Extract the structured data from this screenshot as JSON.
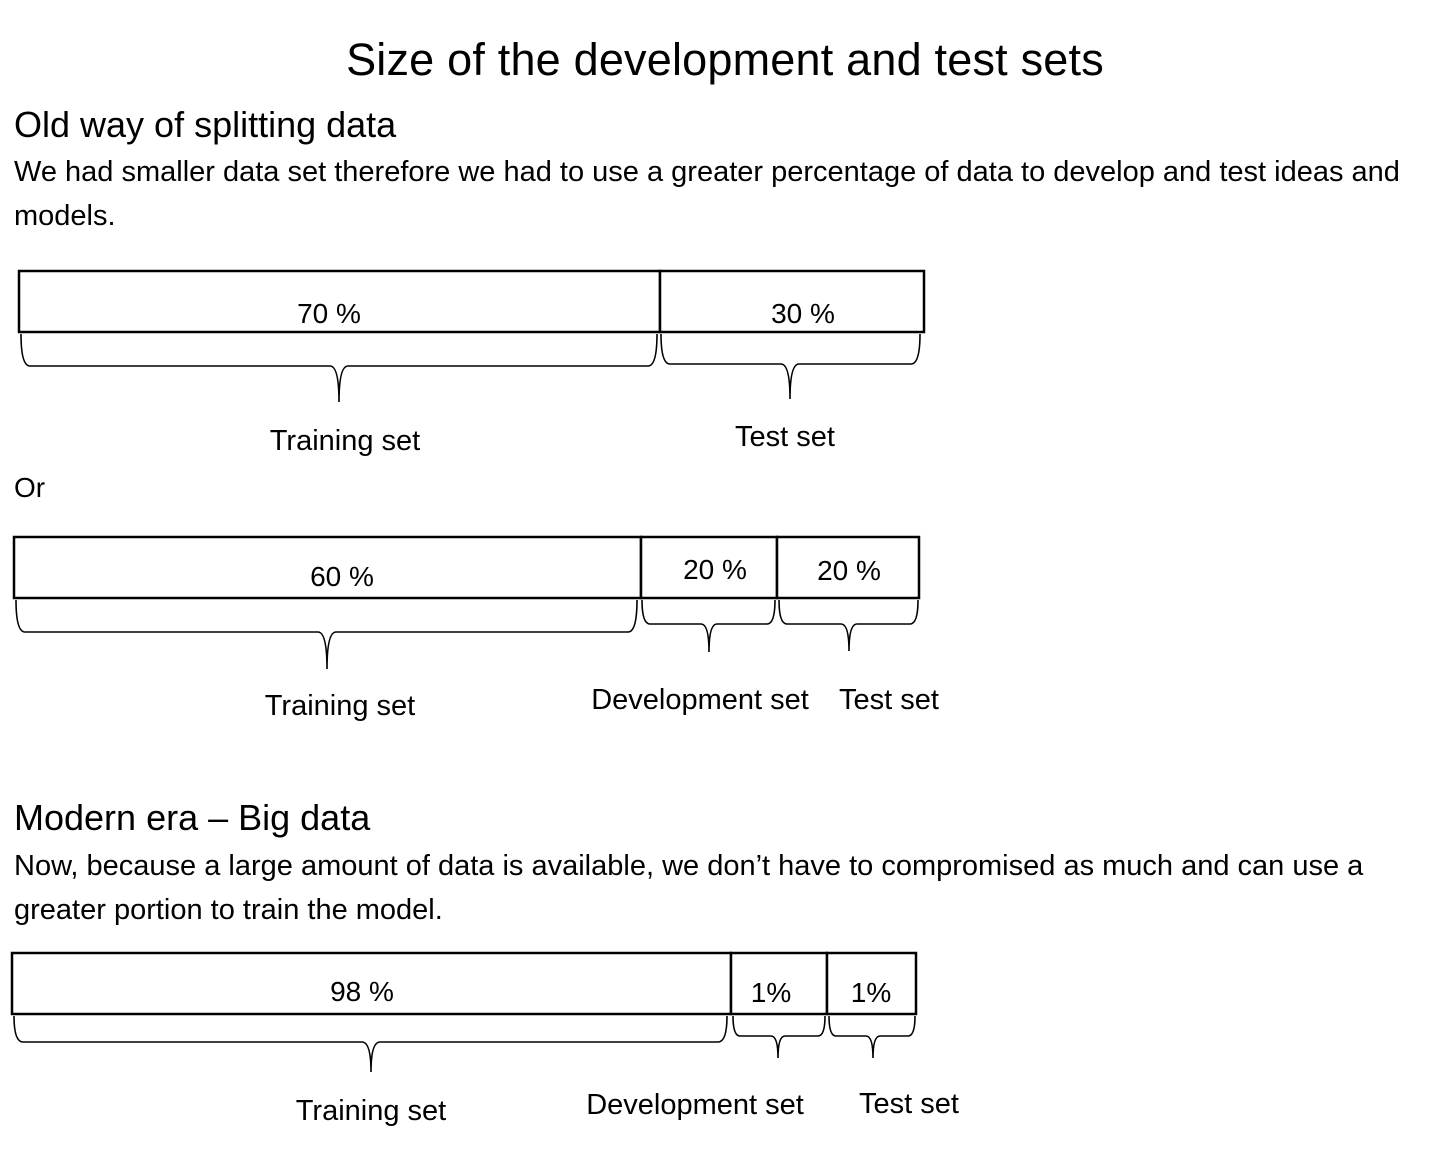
{
  "title": "Size of the development and test sets",
  "old": {
    "heading": "Old way of splitting data",
    "description": "We had smaller data set therefore we had to use a greater percentage of data to develop and test ideas and models.",
    "split1": {
      "segments": [
        {
          "percent_label": "70 %",
          "set_label": "Training set",
          "share": 70
        },
        {
          "percent_label": "30 %",
          "set_label": "Test set",
          "share": 30
        }
      ]
    },
    "or_label": "Or",
    "split2": {
      "segments": [
        {
          "percent_label": "60 %",
          "set_label": "Training set",
          "share": 60
        },
        {
          "percent_label": "20 %",
          "set_label": "Development set",
          "share": 20
        },
        {
          "percent_label": "20 %",
          "set_label": "Test set",
          "share": 20
        }
      ]
    }
  },
  "modern": {
    "heading": "Modern era – Big data",
    "description": "Now, because a large amount of data is available, we don’t have to compromised as much and can use a greater portion to train the model.",
    "split": {
      "segments": [
        {
          "percent_label": "98 %",
          "set_label": "Training set",
          "share": 98
        },
        {
          "percent_label": "1%",
          "set_label": "Development set",
          "share": 1
        },
        {
          "percent_label": "1%",
          "set_label": "Test set",
          "share": 1
        }
      ]
    }
  }
}
